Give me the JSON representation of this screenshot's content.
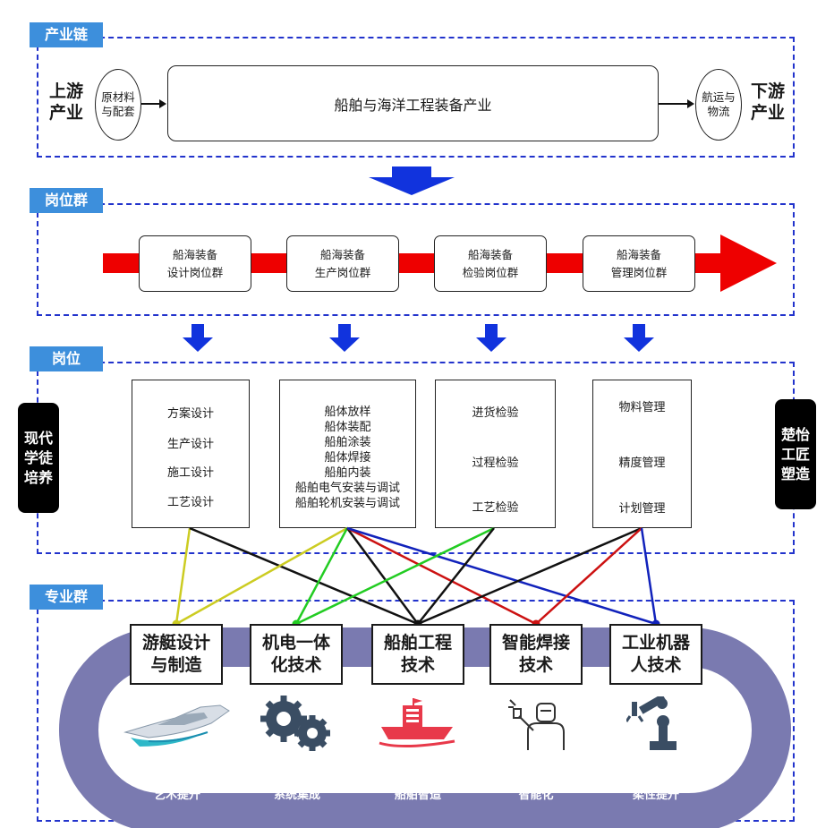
{
  "sections": {
    "chain": "产业链",
    "group": "岗位群",
    "post": "岗位",
    "major": "专业群"
  },
  "industry_chain": {
    "upstream": "上游\n产业",
    "upstream_oval": "原材料\n与配套",
    "main": "船舶与海洋工程装备产业",
    "downstream_oval": "航运与\n物流",
    "downstream": "下游\n产业"
  },
  "post_groups": [
    "船海装备\n设计岗位群",
    "船海装备\n生产岗位群",
    "船海装备\n检验岗位群",
    "船海装备\n管理岗位群"
  ],
  "posts": [
    [
      "方案设计",
      "生产设计",
      "施工设计",
      "工艺设计"
    ],
    [
      "船体放样",
      "船体装配",
      "船舶涂装",
      "船体焊接",
      "船舶内装",
      "船舶电气安装与调试",
      "船舶轮机安装与调试"
    ],
    [
      "进货检验",
      "过程检验",
      "工艺检验"
    ],
    [
      "物料管理",
      "精度管理",
      "计划管理"
    ]
  ],
  "side_tags": {
    "left": "现代\n学徒\n培养",
    "right": "楚怡\n工匠\n塑造"
  },
  "majors": [
    "游艇设计\n与制造",
    "机电一体\n化技术",
    "船舶工程\n技术",
    "智能焊接\n技术",
    "工业机器\n人技术"
  ],
  "bottom_labels": [
    "船海装备\n艺术提升",
    "制造单元\n系统集成",
    "精益造船\n船舶智造",
    "船体制造\n智能化",
    "制造过程\n柔性提升"
  ],
  "icons": [
    "yacht-icon",
    "gears-icon",
    "ship-icon",
    "welder-icon",
    "robot-arm-icon"
  ],
  "colors": {
    "section_border": "#2233cc",
    "section_tag": "#3d8fdc",
    "flow_arrow": "#ee0000",
    "down_arrow": "#1133dd",
    "loop_track": "#7a7ab0",
    "link_yellow": "#cccc22",
    "link_black": "#111111",
    "link_green": "#22cc22",
    "link_blue": "#1122bb",
    "link_red": "#cc1111"
  }
}
